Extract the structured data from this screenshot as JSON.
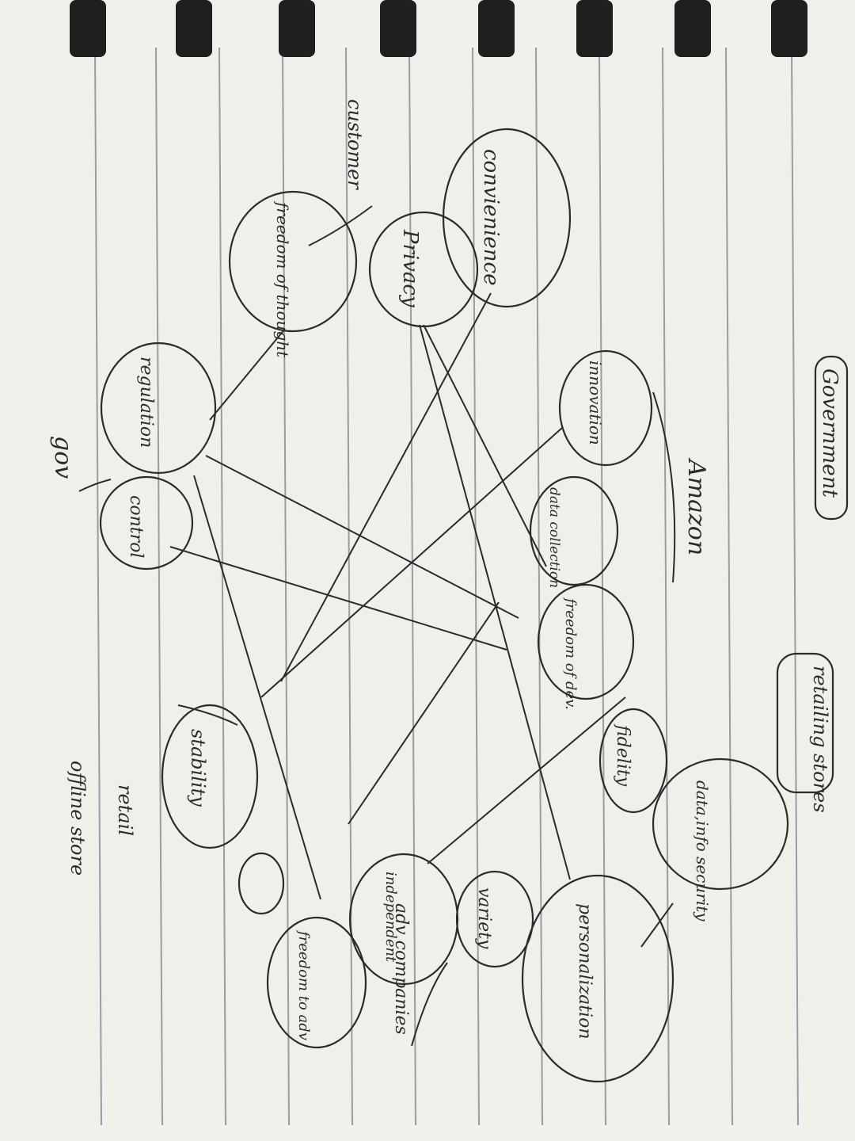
{
  "clusters": {
    "customer": "customer",
    "amazon": "Amazon",
    "gov": "gov",
    "retailing_stores": "retailing stores",
    "offline_store": "offline store",
    "retail": "retail",
    "adv_companies": "adv companies",
    "government": "Government"
  },
  "nodes": {
    "convenience": "convienience",
    "privacy": "Privacy",
    "freedom_of_thought": "freedom of thought",
    "regulation": "regulation",
    "control": "control",
    "innovation": "innovation",
    "data_collection": "data collection",
    "freedom_of_dev": "freedom of dev.",
    "fidelity": "fidelity",
    "data_info_security": "data,info security",
    "stability": "stability",
    "variety": "variety",
    "independent": "independent",
    "personalization": "personalization",
    "freedom_to_adv": "freedom to adv"
  },
  "colors": {
    "paper": "#f1efe9",
    "rule_lines": "#9a9ca4",
    "ink": "#2b2b2b",
    "spiral": "#1f1f1f"
  }
}
